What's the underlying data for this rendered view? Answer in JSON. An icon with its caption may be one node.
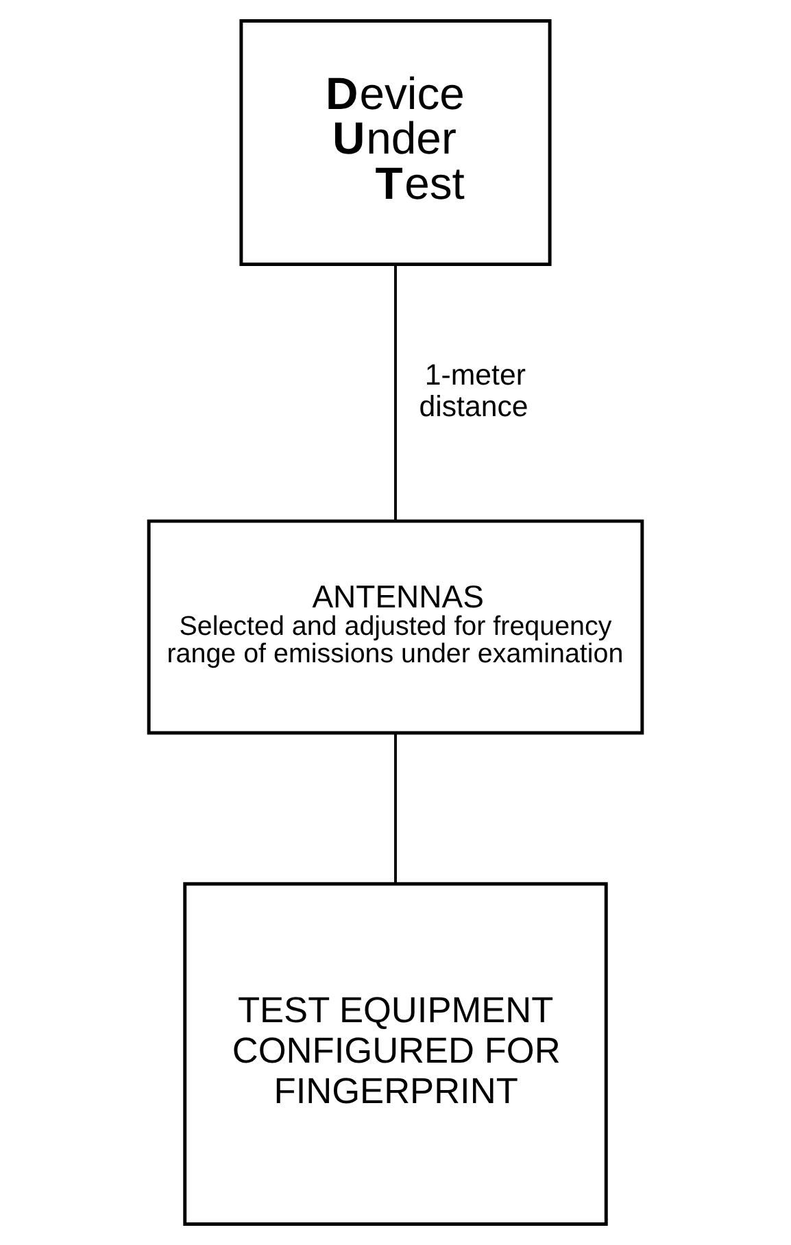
{
  "diagram": {
    "nodes": [
      {
        "text": [
          "**D**evice **U**nder **T**est"
        ]
      },
      {
        "text": [
          "ANTENNAS",
          "Selected and adjusted for frequency range of emissions under examination"
        ]
      },
      {
        "text": [
          "TEST EQUIPMENT CONFIGURED FOR FINGERPRINT"
        ]
      }
    ],
    "edges": [
      {
        "from": 0,
        "to": 1,
        "arrow": "none",
        "label": "1-meter distance"
      },
      {
        "from": 1,
        "to": 2,
        "arrow": "none"
      }
    ]
  }
}
